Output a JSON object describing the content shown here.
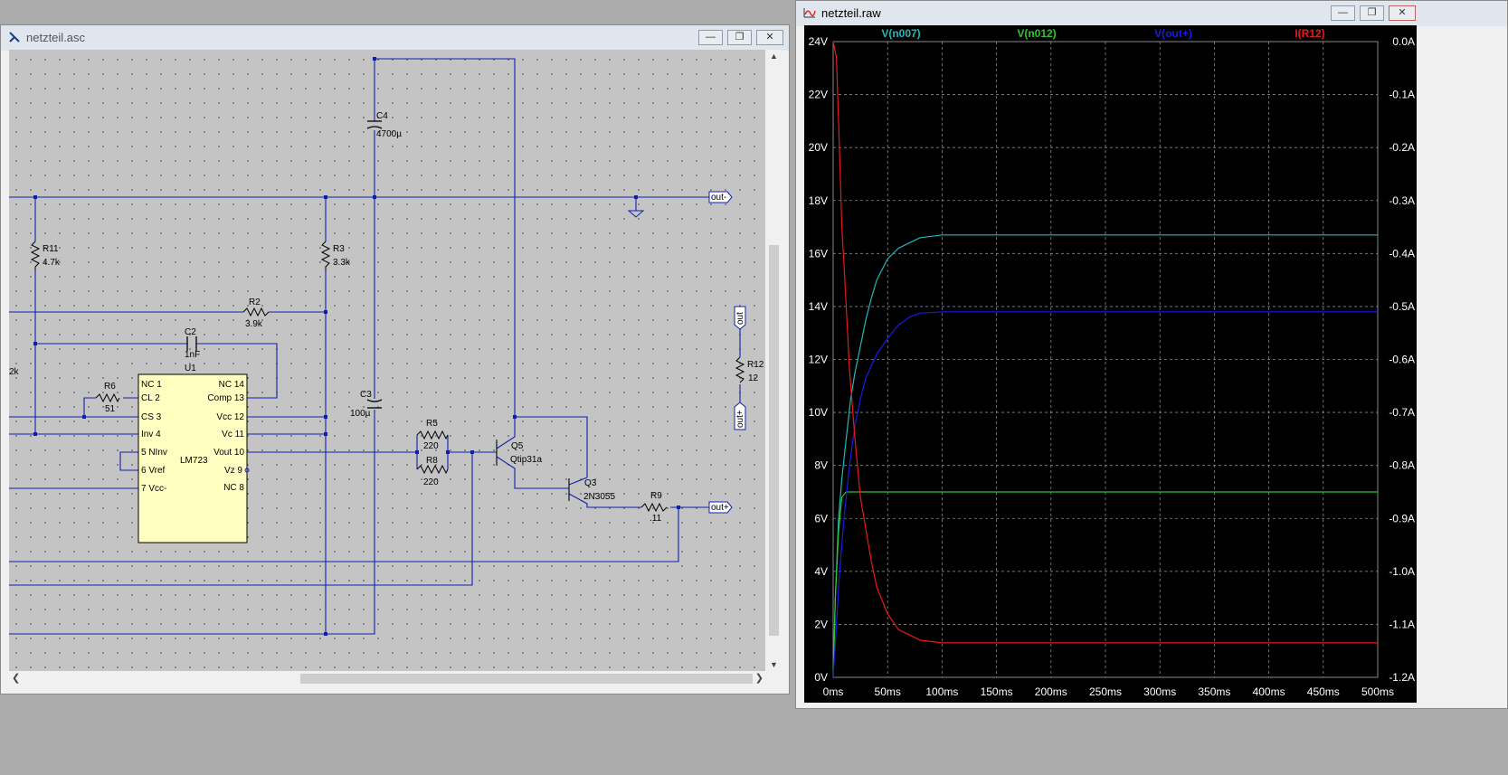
{
  "schematic_window": {
    "title": "netzteil.asc",
    "components": {
      "r11": {
        "name": "R11",
        "value": "4.7k"
      },
      "r3": {
        "name": "R3",
        "value": "3.3k"
      },
      "r2": {
        "name": "R2",
        "value": "3.9k"
      },
      "c4": {
        "name": "C4",
        "value": "4700µ"
      },
      "c2": {
        "name": "C2",
        "value": "1nF"
      },
      "c3": {
        "name": "C3",
        "value": "100µ"
      },
      "r6": {
        "name": "R6",
        "value": "51"
      },
      "r5": {
        "name": "R5",
        "value": "220"
      },
      "r8": {
        "name": "R8",
        "value": "220"
      },
      "r9": {
        "name": "R9",
        "value": ".11"
      },
      "r12": {
        "name": "R12",
        "value": "12"
      },
      "q5": {
        "name": "Q5",
        "value": "Qtip31a"
      },
      "q3": {
        "name": "Q3",
        "value": "2N3055"
      },
      "u1": {
        "name": "U1",
        "value": "LM723"
      },
      "partial_label": "2k"
    },
    "ic_pins_left": [
      "NC 1",
      "CL 2",
      "CS 3",
      "Inv 4",
      "5 NInv",
      "6 Vref",
      "7 Vcc-"
    ],
    "ic_pins_right": [
      "NC 14",
      "Comp 13",
      "Vcc 12",
      "Vc 11",
      "Vout 10",
      "Vz 9",
      "NC 8"
    ],
    "net_labels": {
      "out_minus": "out-",
      "out_plus": "out+",
      "vert_out": "out",
      "vert_out_plus": "out+"
    }
  },
  "waveform_window": {
    "title": "netzteil.raw",
    "chart_data": {
      "type": "line",
      "x_ticks": [
        "0ms",
        "50ms",
        "100ms",
        "150ms",
        "200ms",
        "250ms",
        "300ms",
        "350ms",
        "400ms",
        "450ms",
        "500ms"
      ],
      "y_left_ticks": [
        "24V",
        "22V",
        "20V",
        "18V",
        "16V",
        "14V",
        "12V",
        "10V",
        "8V",
        "6V",
        "4V",
        "2V",
        "0V"
      ],
      "y_right_ticks": [
        "0.0A",
        "-0.1A",
        "-0.2A",
        "-0.3A",
        "-0.4A",
        "-0.5A",
        "-0.6A",
        "-0.7A",
        "-0.8A",
        "-0.9A",
        "-1.0A",
        "-1.1A",
        "-1.2A"
      ],
      "xlim": [
        0,
        500
      ],
      "ylim_left": [
        0,
        24
      ],
      "ylim_right": [
        -1.2,
        0
      ],
      "grid": true,
      "series": [
        {
          "name": "V(n007)",
          "color": "#22b8b8",
          "axis": "left",
          "x": [
            0,
            2,
            5,
            8,
            12,
            16,
            20,
            25,
            30,
            35,
            40,
            50,
            60,
            70,
            80,
            100,
            150,
            200,
            300,
            400,
            500
          ],
          "y": [
            0,
            3,
            6,
            7.5,
            9,
            10.5,
            11.5,
            12.5,
            13.5,
            14.3,
            15,
            15.8,
            16.2,
            16.4,
            16.6,
            16.7,
            16.7,
            16.7,
            16.7,
            16.7,
            16.7
          ]
        },
        {
          "name": "V(n012)",
          "color": "#2fc42f",
          "axis": "left",
          "x": [
            0,
            2,
            5,
            8,
            12,
            500
          ],
          "y": [
            0,
            3,
            5.5,
            6.8,
            7.0,
            7.0
          ]
        },
        {
          "name": "V(out+)",
          "color": "#1a1ae6",
          "axis": "left",
          "x": [
            0,
            3,
            6,
            10,
            15,
            20,
            25,
            30,
            40,
            50,
            60,
            70,
            80,
            100,
            200,
            300,
            400,
            500
          ],
          "y": [
            0,
            2,
            4,
            6,
            8,
            9.5,
            10.5,
            11.3,
            12.2,
            12.8,
            13.3,
            13.6,
            13.75,
            13.8,
            13.8,
            13.8,
            13.8,
            13.8
          ]
        },
        {
          "name": "I(R12)",
          "color": "#e61a1a",
          "axis": "right",
          "x": [
            0,
            3,
            5,
            8,
            10,
            15,
            20,
            25,
            30,
            35,
            40,
            50,
            60,
            70,
            80,
            100,
            150,
            200,
            300,
            400,
            500
          ],
          "y": [
            0,
            -0.03,
            -0.15,
            -0.35,
            -0.42,
            -0.62,
            -0.75,
            -0.86,
            -0.92,
            -0.98,
            -1.03,
            -1.08,
            -1.11,
            -1.12,
            -1.13,
            -1.135,
            -1.135,
            -1.135,
            -1.135,
            -1.135,
            -1.135
          ]
        }
      ]
    }
  }
}
